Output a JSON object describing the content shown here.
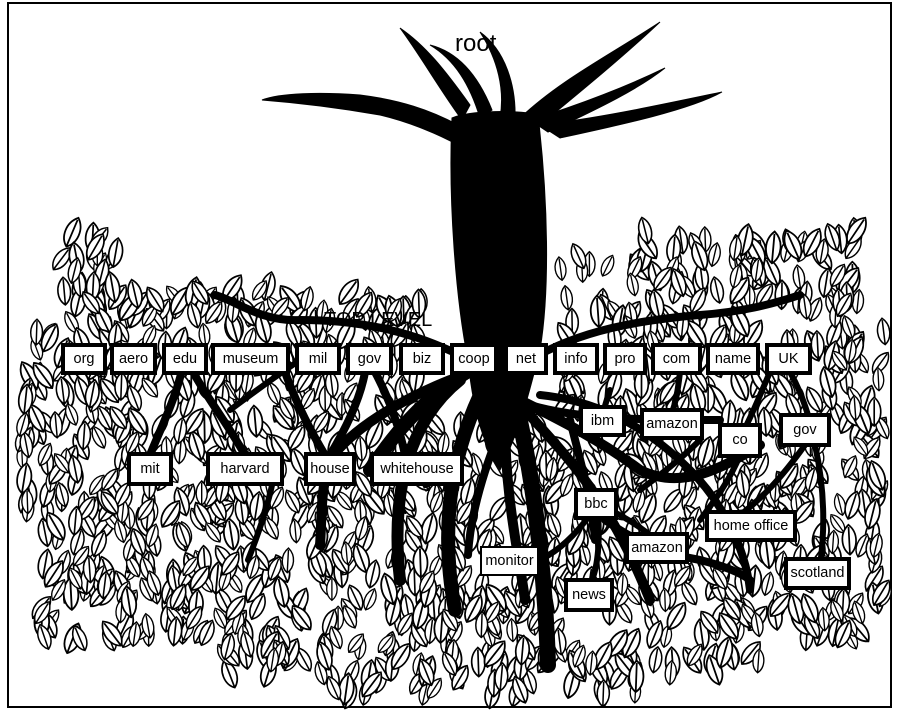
{
  "labels": {
    "root": "root",
    "top_level": "TOP LEVEL"
  },
  "top_level_domains": [
    "org",
    "aero",
    "edu",
    "museum",
    "mil",
    "gov",
    "biz",
    "coop",
    "net",
    "info",
    "pro",
    "com",
    "name",
    "UK"
  ],
  "sub_domains": {
    "mit": "mit",
    "harvard": "harvard",
    "house": "house",
    "whitehouse": "whitehouse",
    "ibm": "ibm",
    "amazon_com": "amazon",
    "co": "co",
    "gov_uk": "gov",
    "bbc": "bbc",
    "home_office": "home office",
    "monitor": "monitor",
    "amazon_co": "amazon",
    "news": "news",
    "scotland": "scotland"
  },
  "colors": {
    "ink": "#000000",
    "paper": "#ffffff"
  }
}
